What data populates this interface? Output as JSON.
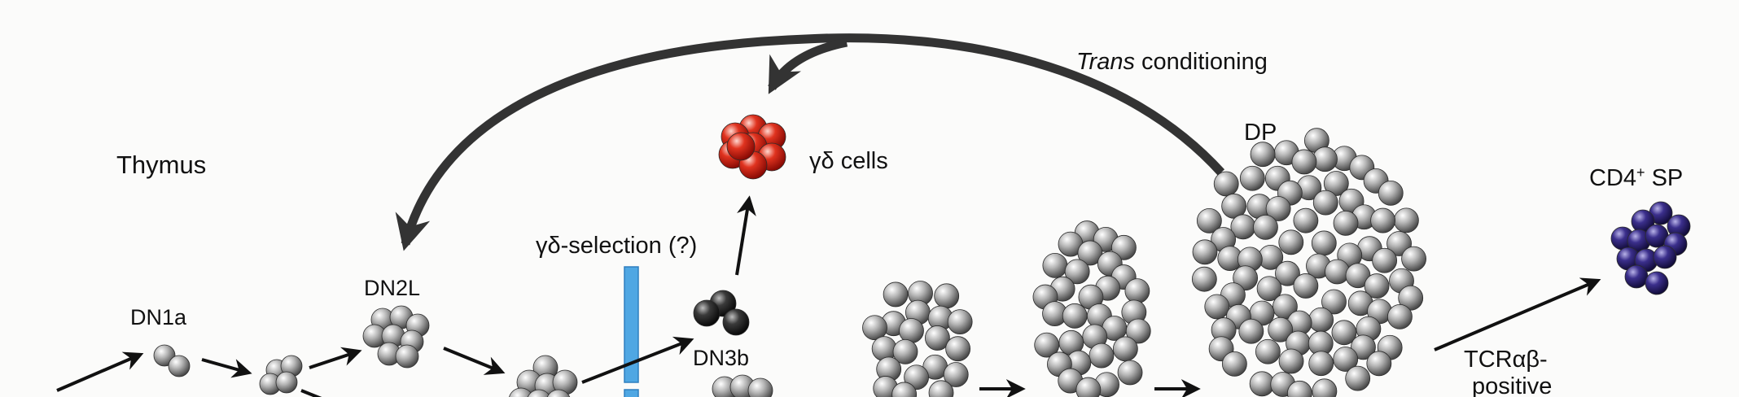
{
  "labels": {
    "thymus": "Thymus",
    "trans_italic": "Trans",
    "trans_rest": " conditioning",
    "gd_cells": "γδ cells",
    "gd_selection": "γδ-selection (?)",
    "dp": "DP",
    "cd4_main": "CD4",
    "cd4_sup": "+",
    "cd4_tail": " SP",
    "dn1a": "DN1a",
    "dn2l": "DN2L",
    "dn3b": "DN3b",
    "tcr_line1": "TCRαβ-",
    "tcr_line2": "positive"
  },
  "colors": {
    "gray_cell": "#9a9a9a",
    "red_cell": "#d42a1e",
    "black_cell": "#2a2a2a",
    "navy_cell": "#2a2168",
    "selection_bar": "#4fa7e3",
    "arrow": "#111111",
    "feedback_arrow": "#333333"
  }
}
